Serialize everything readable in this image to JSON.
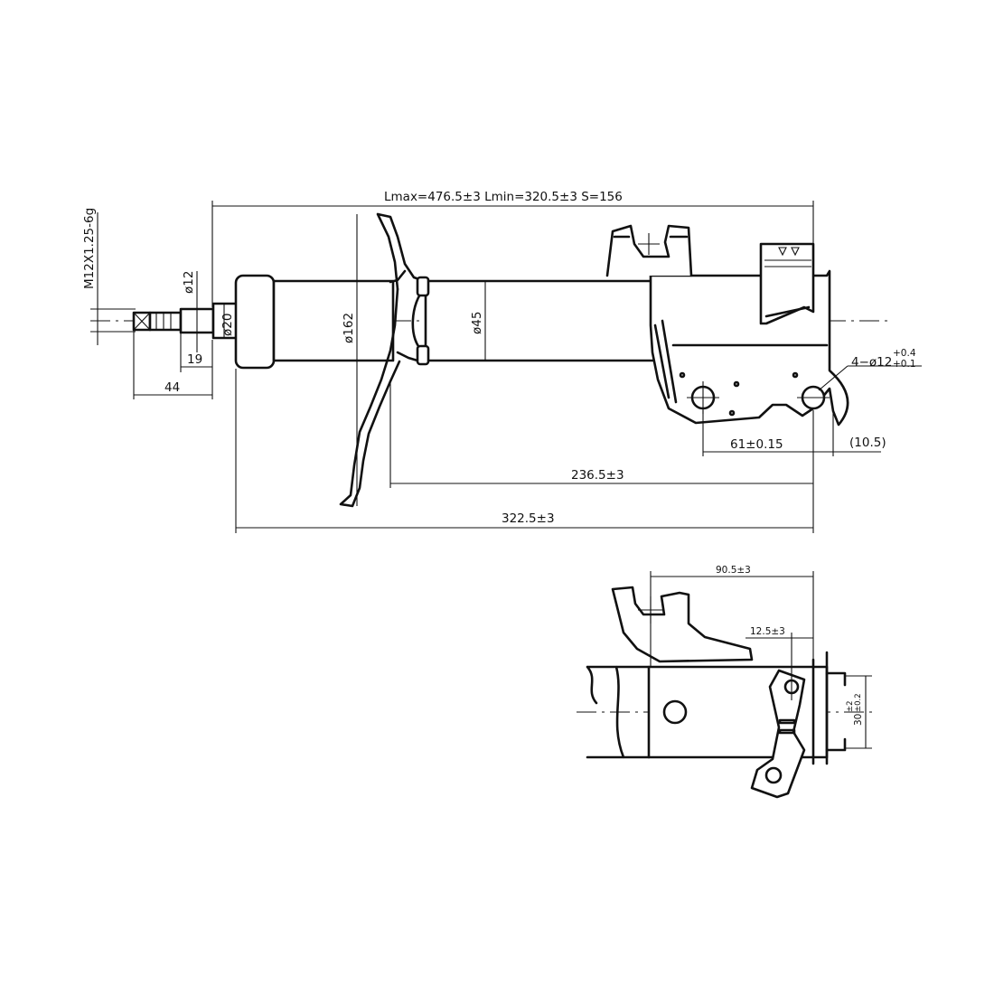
{
  "main_view": {
    "overall_lengths": "Lmax=476.5±3   Lmin=320.5±3   S=156",
    "thread_spec": "M12X1.25-6g",
    "rod_diameter": "ø12",
    "rod_boss_diameter": "ø20",
    "spring_seat_diameter": "ø162",
    "tube_diameter": "ø45",
    "thread_length": "19",
    "rod_length": "44",
    "bracket_hole": {
      "main": "4−ø12",
      "upper": "+0.4",
      "lower": "+0.1"
    },
    "hole_spacing": "61±0.15",
    "hole_offset": "(10.5)",
    "seat_to_hole": "236.5±3",
    "body_length": "322.5±3"
  },
  "detail_view": {
    "bracket_offset": "90.5±3",
    "hole_offset": "12.5±3",
    "slot_width": {
      "main": "30",
      "upper": "±2",
      "lower": "±0.2"
    }
  }
}
